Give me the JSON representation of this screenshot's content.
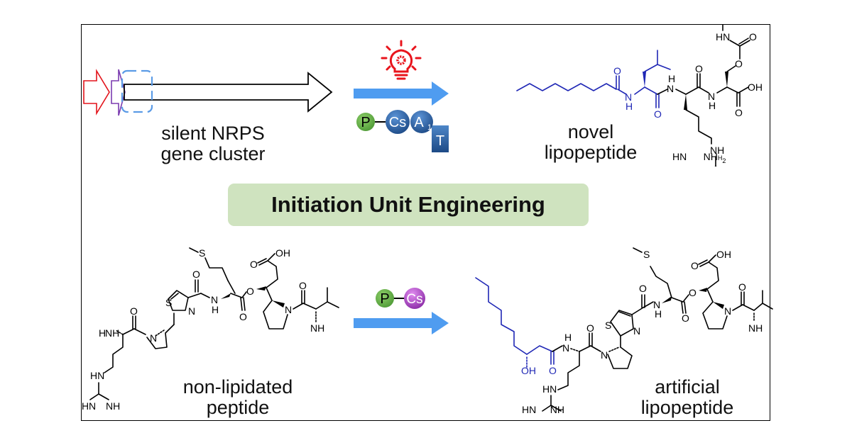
{
  "banner": {
    "title": "Initiation Unit Engineering",
    "color": "#cfe3bf"
  },
  "top_left": {
    "label_line1": "silent NRPS",
    "label_line2": "gene cluster"
  },
  "top_middle": {
    "icon": "lightbulb-gear-icon",
    "icon_color": "#e8141c",
    "arrow_color": "#4f9cf0",
    "domains": [
      {
        "label": "P",
        "color": "#6ab04c"
      },
      {
        "label": "Cs",
        "color": "#2f5f9e"
      },
      {
        "label": "A",
        "sub": "1",
        "color": "#2f5f9e"
      },
      {
        "label": "T",
        "color": "#2f5f9e"
      }
    ]
  },
  "top_right": {
    "label_line1": "novel",
    "label_line2": "lipopeptide",
    "lipid_color": "#1f27b5"
  },
  "bottom_left": {
    "label_line1": "non-lipidated",
    "label_line2": "peptide"
  },
  "bottom_middle": {
    "arrow_color": "#4f9cf0",
    "domains": [
      {
        "label": "P",
        "color": "#6ab04c"
      },
      {
        "label": "Cs",
        "color": "#b548c8"
      }
    ]
  },
  "bottom_right": {
    "label_line1": "artificial",
    "label_line2": "lipopeptide",
    "lipid_color": "#1f27b5"
  },
  "atoms": {
    "O": "O",
    "OH": "OH",
    "N": "N",
    "NH": "NH",
    "H": "H",
    "HN": "HN",
    "S": "S",
    "NH2": "NH",
    "H2N": "H",
    "two": "2"
  }
}
